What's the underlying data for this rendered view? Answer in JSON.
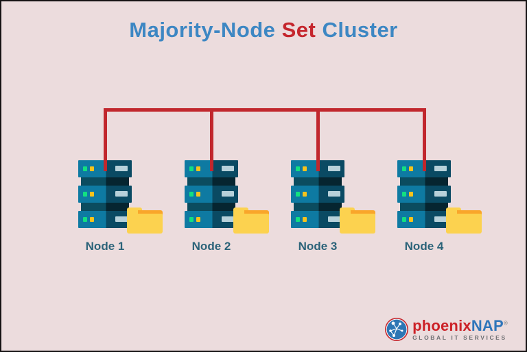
{
  "title": {
    "part1": "Majority-Node",
    "part2": "Set",
    "part3": "Cluster"
  },
  "nodes": [
    {
      "label": "Node 1"
    },
    {
      "label": "Node 2"
    },
    {
      "label": "Node 3"
    },
    {
      "label": "Node 4"
    }
  ],
  "logo": {
    "brand_red": "phoenix",
    "brand_blue": "NAP",
    "trademark": "®",
    "tagline": "GLOBAL IT SERVICES"
  },
  "icons": {
    "server": "server-stack-icon",
    "folder": "folder-icon",
    "globe": "globe-network-icon"
  },
  "colors": {
    "background": "#ecdcdd",
    "border": "#161314",
    "title_blue": "#3d87c3",
    "title_red": "#c5262d",
    "connector_red": "#c1272d",
    "node_label": "#2b6379",
    "server_teal": "#0e7aa2",
    "server_navy": "#0a4a63",
    "led_green": "#12e081",
    "led_yellow": "#f6c31c",
    "drive_bay": "#b7d1da",
    "folder_yellow": "#fcd24f",
    "folder_orange": "#f9a62a",
    "logo_red": "#cc2127",
    "logo_blue": "#2e75ba",
    "tagline_gray": "#6d6e71"
  }
}
